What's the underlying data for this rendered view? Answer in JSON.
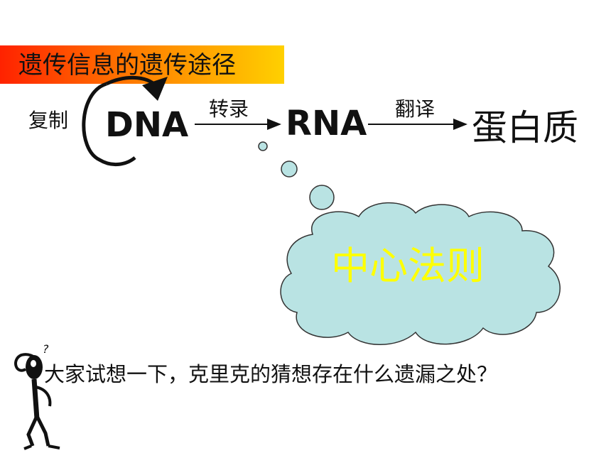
{
  "title": "遗传信息的遗传途径",
  "diagram": {
    "replicate_label": "复制",
    "dna": "DNA",
    "transcribe_label": "转录",
    "rna": "RNA",
    "translate_label": "翻译",
    "protein": "蛋白质",
    "cloud_text": "中心法则"
  },
  "question": "大家试想一下，克里克的猜想存在什么遗漏之处？",
  "figure_mark": "?",
  "colors": {
    "title_bar_start": "#ff2200",
    "title_bar_end": "#ffd000",
    "cloud_fill": "#b9e3e3",
    "cloud_text": "#ffff00"
  }
}
